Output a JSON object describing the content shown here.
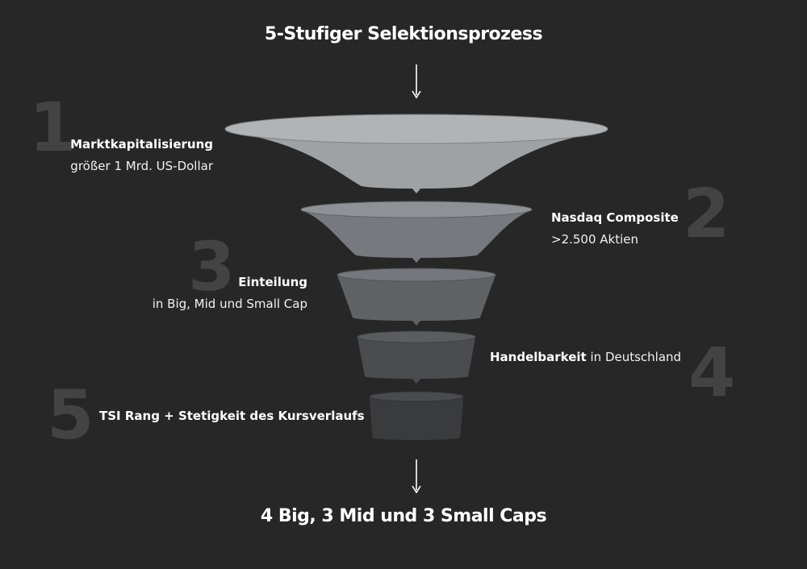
{
  "title": "5-Stufiger Selektionsprozess",
  "result": "4 Big, 3 Mid und 3 Small Caps",
  "steps": [
    {
      "number": "1",
      "heading": "Marktkapitalisierung",
      "detail": "größer 1 Mrd. US-Dollar"
    },
    {
      "number": "2",
      "heading": "Nasdaq Composite",
      "detail": ">2.500 Aktien"
    },
    {
      "number": "3",
      "heading": "Einteilung",
      "detail": "in Big, Mid und Small Cap"
    },
    {
      "number": "4",
      "heading": "Handelbarkeit",
      "detail": " in Deutschland"
    },
    {
      "number": "5",
      "heading": "TSI Rang + Stetigkeit des Kursverlaufs",
      "detail": ""
    }
  ],
  "colors": {
    "background": "#272727",
    "stage1": "#9fa2a5",
    "stage2": "#767a7e",
    "stage3": "#5f6265",
    "stage4": "#4a4c4f",
    "stage5": "#3a3b3d",
    "number": "#434343"
  }
}
